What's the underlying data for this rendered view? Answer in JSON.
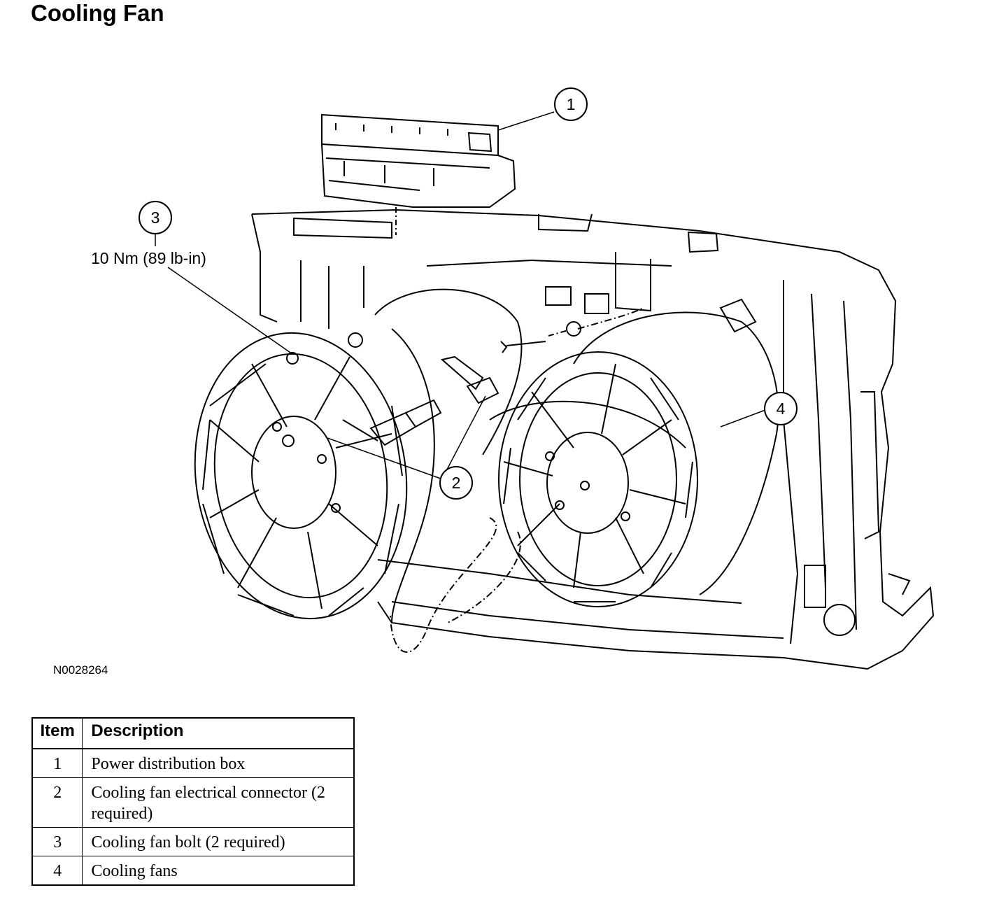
{
  "title": "Cooling Fan",
  "figure_id": "N0028264",
  "torque_spec": "10 Nm (89 lb-in)",
  "callouts": [
    "1",
    "2",
    "3",
    "4"
  ],
  "table": {
    "headers": [
      "Item",
      "Description"
    ],
    "rows": [
      {
        "item": "1",
        "description": "Power distribution box"
      },
      {
        "item": "2",
        "description": "Cooling fan electrical connector (2 required)"
      },
      {
        "item": "3",
        "description": "Cooling fan bolt (2 required)"
      },
      {
        "item": "4",
        "description": "Cooling fans"
      }
    ]
  }
}
